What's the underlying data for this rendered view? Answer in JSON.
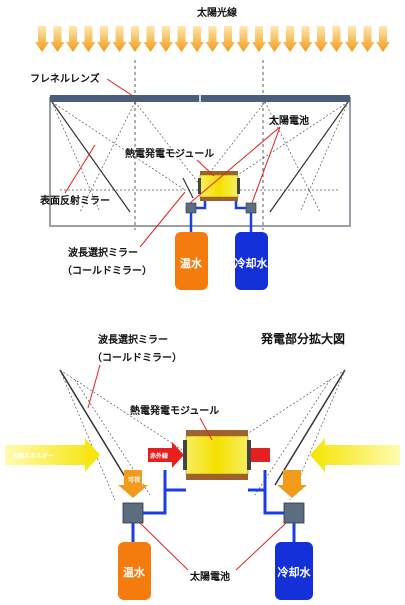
{
  "top": {
    "sunlight_label": "太陽光線",
    "fresnel_lens_label": "フレネルレンズ",
    "solar_cell_label": "太陽電池",
    "thermo_module_label": "熱電発電モジュール",
    "surface_mirror_label": "表面反射ミラー",
    "wavelength_mirror_label_1": "波長選択ミラー",
    "wavelength_mirror_label_2": "（コールドミラー）",
    "hot_water_label": "温水",
    "cold_water_label": "冷却水"
  },
  "bottom": {
    "title": "発電部分拡大図",
    "wavelength_mirror_label_1": "波長選択ミラー",
    "wavelength_mirror_label_2": "（コールドミラー）",
    "thermo_module_label": "熱電発電モジュール",
    "solar_energy_label": "太陽エネルギー",
    "infrared_label": "赤外線",
    "visible_label": "可視",
    "hot_water_label": "温水",
    "cold_water_label": "冷却水",
    "solar_cell_label": "太陽電池"
  },
  "colors": {
    "sun_arrow": "#f6a623",
    "lens": "#4a5d7a",
    "tank_hot": "#f47c0e",
    "tank_cold": "#1430d8",
    "pipe": "#1a3ee0",
    "module_yellow": "#f5e400",
    "module_brown": "#a0622d",
    "cell": "#5d6d80",
    "leader": "#e62020"
  }
}
